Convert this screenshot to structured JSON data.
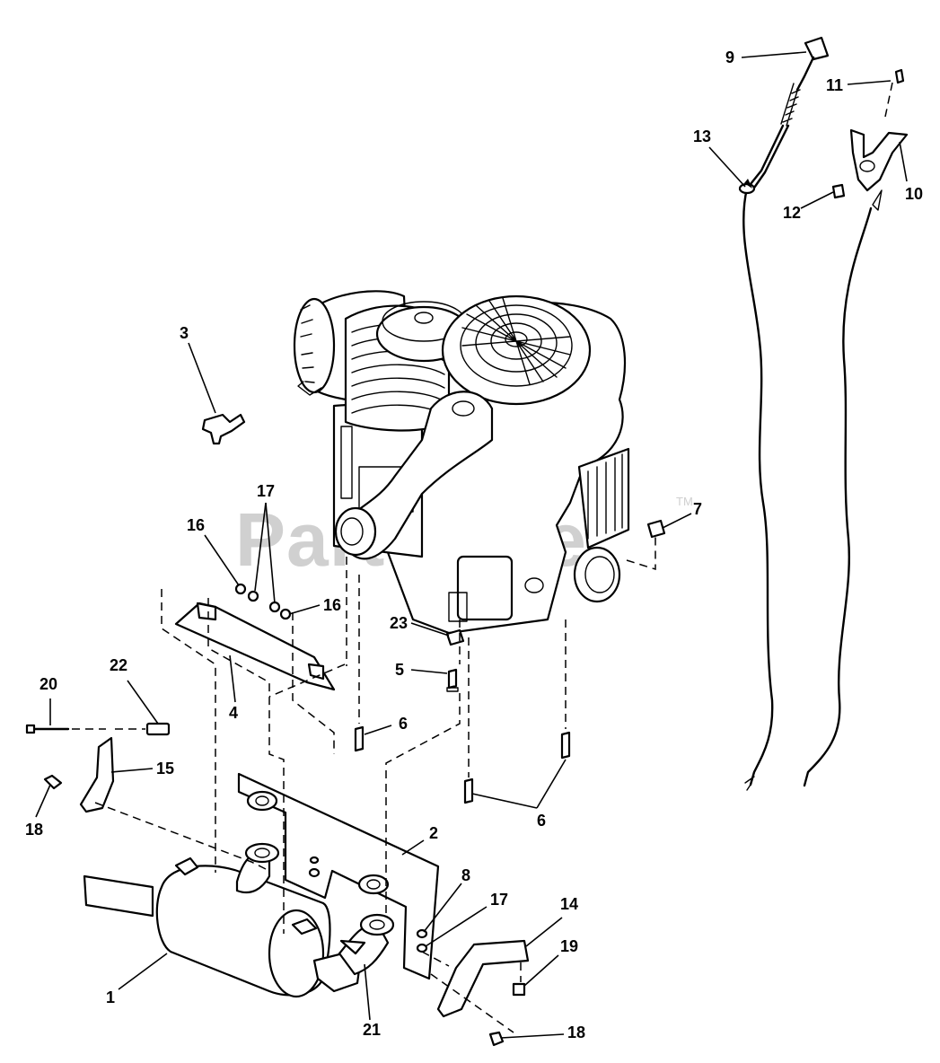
{
  "watermark": {
    "text": "PartsTree",
    "tm": "TM"
  },
  "callouts": [
    "1",
    "2",
    "3",
    "4",
    "5",
    "6",
    "6",
    "7",
    "8",
    "9",
    "10",
    "11",
    "12",
    "13",
    "14",
    "15",
    "16",
    "16",
    "17",
    "17",
    "18",
    "18",
    "19",
    "20",
    "21",
    "22",
    "23"
  ]
}
